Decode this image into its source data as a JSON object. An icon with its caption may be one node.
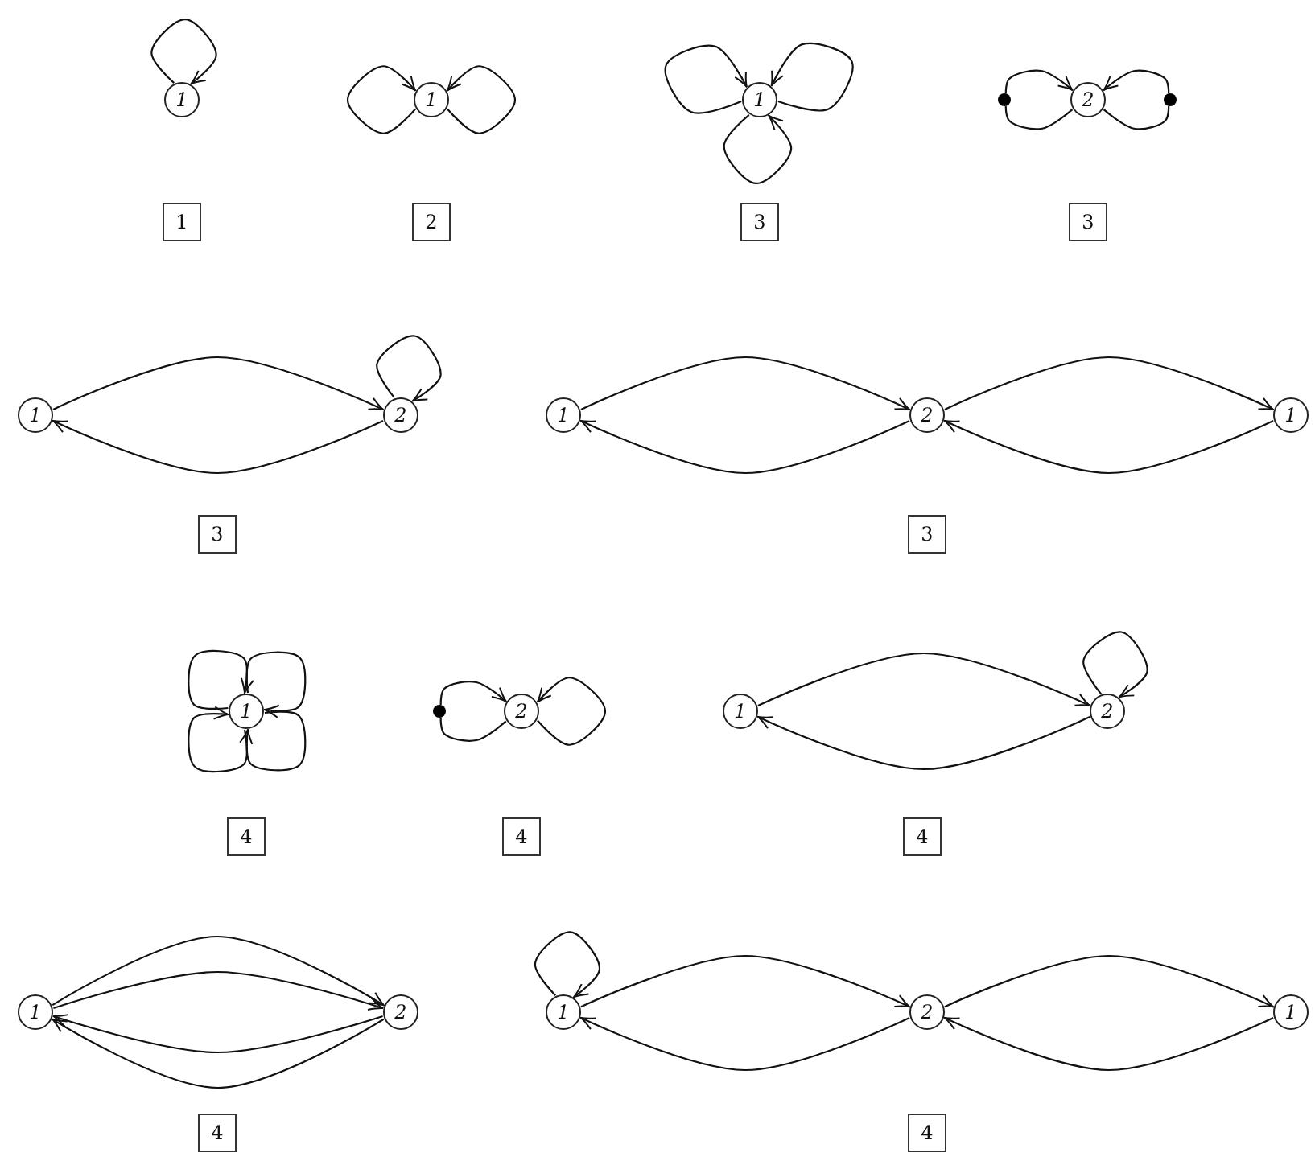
{
  "diagram": {
    "nodes": [
      {
        "text": [
          "1"
        ]
      },
      {
        "text": [
          "1"
        ]
      },
      {
        "text": [
          "1"
        ]
      },
      {
        "text": [
          "2"
        ]
      },
      {
        "text": [
          "1"
        ]
      },
      {
        "text": [
          "3"
        ]
      },
      {
        "text": [],
        "shape": "dot"
      },
      {
        "text": [
          "2"
        ]
      },
      {
        "text": [],
        "shape": "dot"
      },
      {
        "text": [
          "3"
        ]
      },
      {
        "text": [
          "1"
        ]
      },
      {
        "text": [
          "2"
        ]
      },
      {
        "text": [
          "3"
        ]
      },
      {
        "text": [
          "1"
        ]
      },
      {
        "text": [
          "2"
        ]
      },
      {
        "text": [
          "1"
        ]
      },
      {
        "text": [
          "3"
        ]
      },
      {
        "text": [
          "1"
        ]
      },
      {
        "text": [
          "4"
        ]
      },
      {
        "text": [],
        "shape": "dot"
      },
      {
        "text": [
          "2"
        ]
      },
      {
        "text": [
          "4"
        ]
      },
      {
        "text": [
          "1"
        ]
      },
      {
        "text": [
          "2"
        ]
      },
      {
        "text": [
          "4"
        ]
      },
      {
        "text": [
          "1"
        ]
      },
      {
        "text": [
          "2"
        ]
      },
      {
        "text": [
          "4"
        ]
      },
      {
        "text": [
          "1"
        ]
      },
      {
        "text": [
          "2"
        ]
      },
      {
        "text": [
          "1"
        ]
      },
      {
        "text": [
          "4"
        ]
      }
    ],
    "edges": [
      {
        "from": 0,
        "to": 0,
        "arrow": "to"
      },
      {
        "from": 2,
        "to": 2,
        "arrow": "to"
      },
      {
        "from": 2,
        "to": 2,
        "arrow": "to"
      },
      {
        "from": 4,
        "to": 4,
        "arrow": "to"
      },
      {
        "from": 4,
        "to": 4,
        "arrow": "to"
      },
      {
        "from": 4,
        "to": 4,
        "arrow": "to"
      },
      {
        "from": 6,
        "to": 7,
        "arrow": "to"
      },
      {
        "from": 7,
        "to": 6,
        "arrow": "none"
      },
      {
        "from": 8,
        "to": 7,
        "arrow": "to"
      },
      {
        "from": 7,
        "to": 8,
        "arrow": "none"
      },
      {
        "from": 10,
        "to": 11,
        "arrow": "to"
      },
      {
        "from": 11,
        "to": 10,
        "arrow": "to"
      },
      {
        "from": 11,
        "to": 11,
        "arrow": "to"
      },
      {
        "from": 13,
        "to": 14,
        "arrow": "to"
      },
      {
        "from": 14,
        "to": 13,
        "arrow": "to"
      },
      {
        "from": 14,
        "to": 15,
        "arrow": "to"
      },
      {
        "from": 15,
        "to": 14,
        "arrow": "to"
      },
      {
        "from": 17,
        "to": 17,
        "arrow": "to"
      },
      {
        "from": 17,
        "to": 17,
        "arrow": "to"
      },
      {
        "from": 17,
        "to": 17,
        "arrow": "to"
      },
      {
        "from": 17,
        "to": 17,
        "arrow": "to"
      },
      {
        "from": 19,
        "to": 20,
        "arrow": "to"
      },
      {
        "from": 20,
        "to": 19,
        "arrow": "none"
      },
      {
        "from": 20,
        "to": 20,
        "arrow": "to"
      },
      {
        "from": 22,
        "to": 23,
        "arrow": "to"
      },
      {
        "from": 23,
        "to": 22,
        "arrow": "to"
      },
      {
        "from": 23,
        "to": 23,
        "arrow": "to"
      },
      {
        "from": 25,
        "to": 26,
        "arrow": "to"
      },
      {
        "from": 25,
        "to": 26,
        "arrow": "to"
      },
      {
        "from": 26,
        "to": 25,
        "arrow": "to"
      },
      {
        "from": 26,
        "to": 25,
        "arrow": "to"
      },
      {
        "from": 28,
        "to": 28,
        "arrow": "to"
      },
      {
        "from": 28,
        "to": 29,
        "arrow": "to"
      },
      {
        "from": 29,
        "to": 28,
        "arrow": "to"
      },
      {
        "from": 29,
        "to": 30,
        "arrow": "to"
      },
      {
        "from": 30,
        "to": 29,
        "arrow": "to"
      }
    ]
  }
}
